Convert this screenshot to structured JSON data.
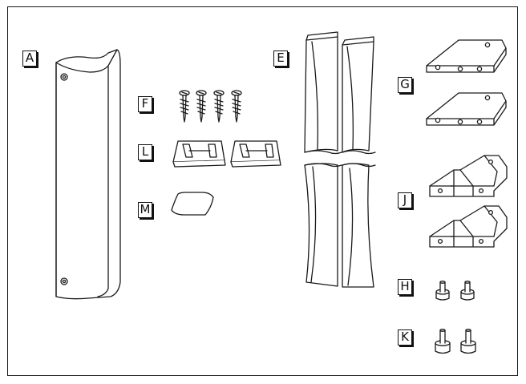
{
  "labels": {
    "A": "A",
    "E": "E",
    "F": "F",
    "L": "L",
    "M": "M",
    "G": "G",
    "J": "J",
    "H": "H",
    "K": "K"
  },
  "parts": [
    {
      "letter": "A",
      "name": "cover-panel"
    },
    {
      "letter": "E",
      "name": "adhesive-strips"
    },
    {
      "letter": "F",
      "name": "screws",
      "count": 4
    },
    {
      "letter": "L",
      "name": "cable-clips",
      "count": 2
    },
    {
      "letter": "M",
      "name": "pad",
      "count": 1
    },
    {
      "letter": "G",
      "name": "flat-brackets",
      "count": 2
    },
    {
      "letter": "J",
      "name": "channel-brackets",
      "count": 2
    },
    {
      "letter": "H",
      "name": "feet-small",
      "count": 2
    },
    {
      "letter": "K",
      "name": "feet-large",
      "count": 2
    }
  ],
  "colors": {
    "line": "#1a1a1a",
    "fill": "#ffffff"
  }
}
